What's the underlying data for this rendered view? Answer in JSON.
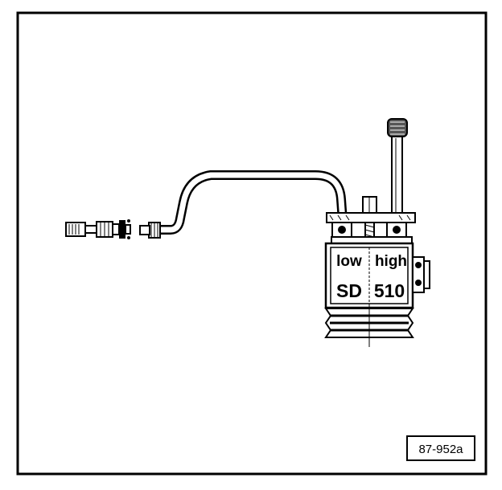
{
  "diagram": {
    "compressor": {
      "label_low": "low",
      "label_high": "high",
      "model_prefix": "SD",
      "model_number": "510"
    },
    "figure_reference": "87-952a"
  }
}
